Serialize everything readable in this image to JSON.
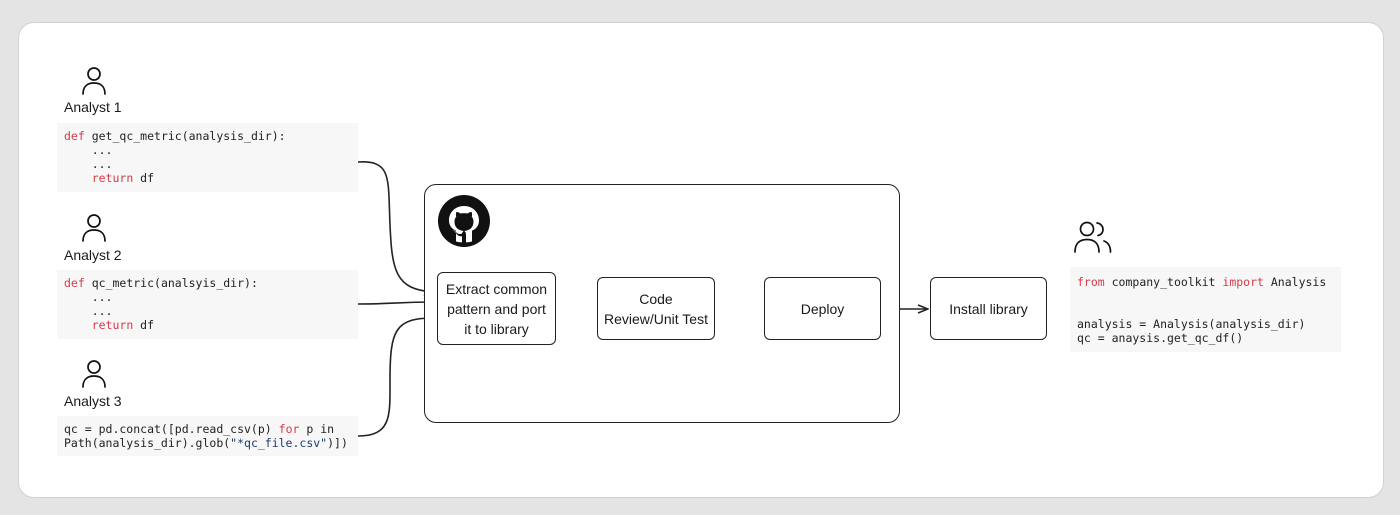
{
  "analysts": [
    {
      "label": "Analyst 1",
      "code": [
        [
          {
            "t": "def",
            "k": "kw"
          },
          {
            "t": " get_qc_metric(analysis_dir):"
          }
        ],
        [
          {
            "t": "    ..."
          }
        ],
        [
          {
            "t": "    ..."
          }
        ],
        [
          {
            "t": "    "
          },
          {
            "t": "return",
            "k": "kw"
          },
          {
            "t": " df"
          }
        ]
      ]
    },
    {
      "label": "Analyst 2",
      "code": [
        [
          {
            "t": "def",
            "k": "kw"
          },
          {
            "t": " qc_metric(analsyis_dir):"
          }
        ],
        [
          {
            "t": "    ..."
          }
        ],
        [
          {
            "t": "    ..."
          }
        ],
        [
          {
            "t": "    "
          },
          {
            "t": "return",
            "k": "kw"
          },
          {
            "t": " df"
          }
        ]
      ]
    },
    {
      "label": "Analyst 3",
      "code": [
        [
          {
            "t": "qc = pd.concat([pd.read_csv(p) "
          },
          {
            "t": "for",
            "k": "kw"
          },
          {
            "t": " p in"
          }
        ],
        [
          {
            "t": "Path(analysis_dir).glob("
          },
          {
            "t": "\"*qc_file.csv\"",
            "k": "str"
          },
          {
            "t": ")])"
          }
        ]
      ]
    }
  ],
  "pipeline": {
    "repo_icon": "github-icon",
    "steps": [
      "Extract common\npattern and port\nit to library",
      "Code\nReview/Unit Test",
      "Deploy"
    ],
    "install": "Install library"
  },
  "consumer": {
    "icon": "users-icon",
    "code": [
      [
        {
          "t": "from",
          "k": "kw"
        },
        {
          "t": " company_toolkit "
        },
        {
          "t": "import",
          "k": "kw"
        },
        {
          "t": " Analysis"
        }
      ],
      [
        {
          "t": ""
        }
      ],
      [
        {
          "t": ""
        }
      ],
      [
        {
          "t": "analysis = Analysis(analysis_dir)"
        }
      ],
      [
        {
          "t": "qc = anaysis.get_qc_df()"
        }
      ]
    ]
  }
}
